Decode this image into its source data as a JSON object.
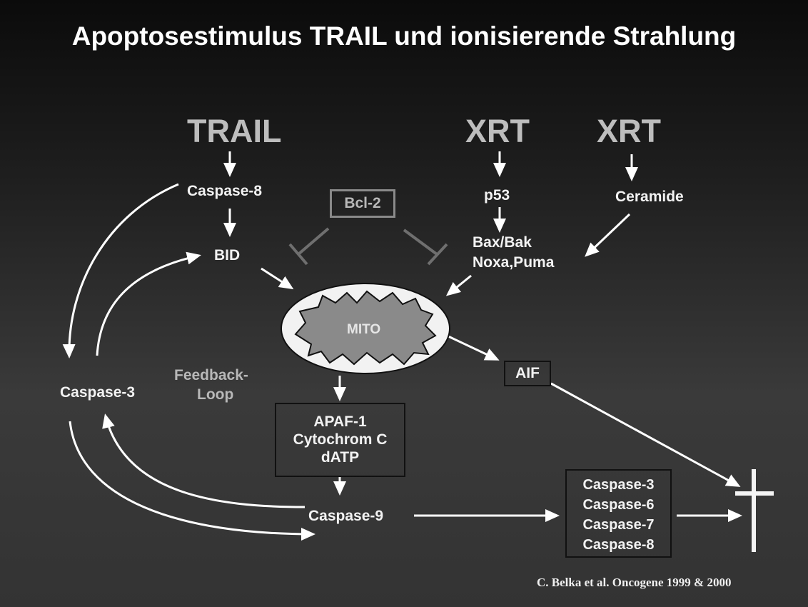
{
  "title": "Apoptosestimulus TRAIL und ionisierende Strahlung",
  "stimuli": {
    "trail": "TRAIL",
    "xrt_1": "XRT",
    "xrt_2": "XRT"
  },
  "nodes": {
    "caspase_8": "Caspase-8",
    "bid": "BID",
    "bcl_2": "Bcl-2",
    "p53": "p53",
    "bax_bak": "Bax/Bak",
    "noxa_puma": "Noxa,Puma",
    "ceramide": "Ceramide",
    "mito": "MITO",
    "aif": "AIF",
    "caspase_3": "Caspase-3",
    "feedback_1": "Feedback-",
    "feedback_2": "Loop",
    "caspase_9": "Caspase-9"
  },
  "apoptosome": [
    "APAF-1",
    "Cytochrom C",
    "dATP"
  ],
  "effector_caspases": [
    "Caspase-3",
    "Caspase-6",
    "Caspase-7",
    "Caspase-8"
  ],
  "cross_symbol": "death-cross",
  "citation": "C. Belka et al. Oncogene 1999 & 2000",
  "colors": {
    "arrow": "#ffffff",
    "inhibitor": "#6f6f6f",
    "mito_fill": "#8a8a8a",
    "mito_membrane": "#f2f2f2"
  }
}
